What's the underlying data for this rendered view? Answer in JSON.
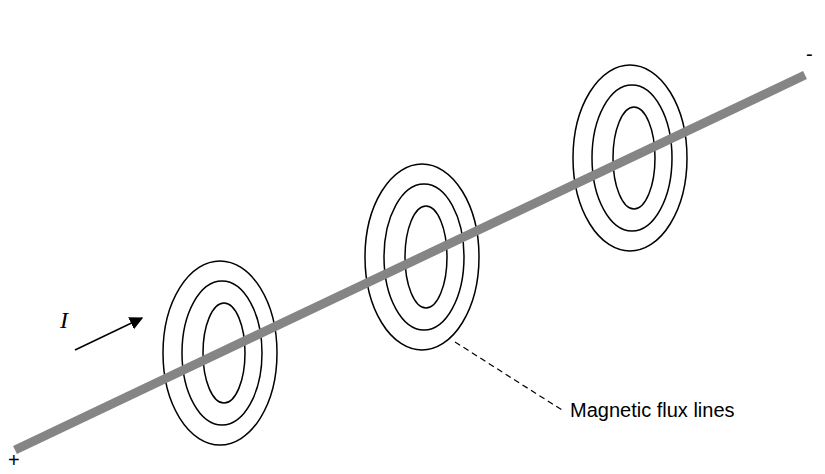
{
  "diagram": {
    "labels": [
      "+",
      "-",
      "I",
      "Magnetic flux lines"
    ]
  }
}
